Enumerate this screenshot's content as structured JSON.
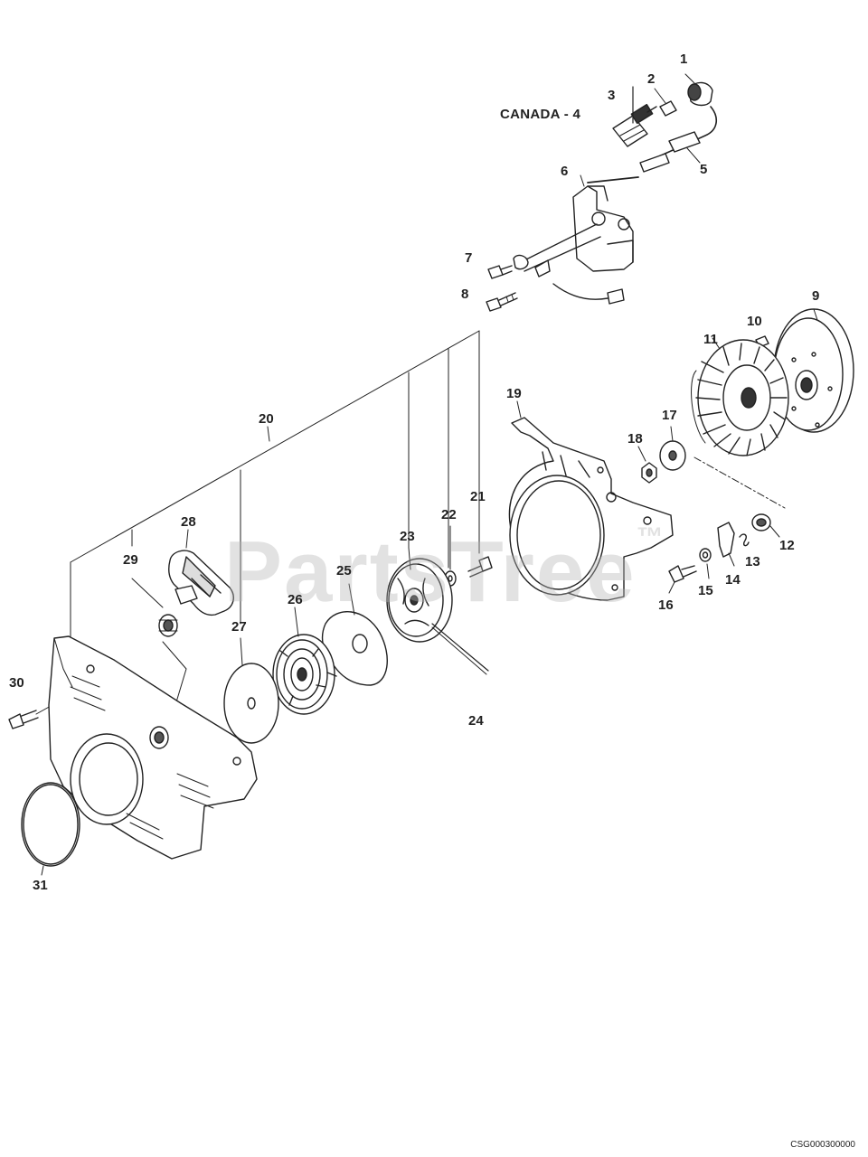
{
  "diagram": {
    "callouts": [
      {
        "id": "c1",
        "text": "1"
      },
      {
        "id": "c2",
        "text": "2"
      },
      {
        "id": "c3",
        "text": "3"
      },
      {
        "id": "c4",
        "text": "CANADA - 4"
      },
      {
        "id": "c5",
        "text": "5"
      },
      {
        "id": "c6",
        "text": "6"
      },
      {
        "id": "c7",
        "text": "7"
      },
      {
        "id": "c8",
        "text": "8"
      },
      {
        "id": "c9",
        "text": "9"
      },
      {
        "id": "c10",
        "text": "10"
      },
      {
        "id": "c11",
        "text": "11"
      },
      {
        "id": "c12",
        "text": "12"
      },
      {
        "id": "c13",
        "text": "13"
      },
      {
        "id": "c14",
        "text": "14"
      },
      {
        "id": "c15",
        "text": "15"
      },
      {
        "id": "c16",
        "text": "16"
      },
      {
        "id": "c17",
        "text": "17"
      },
      {
        "id": "c18",
        "text": "18"
      },
      {
        "id": "c19",
        "text": "19"
      },
      {
        "id": "c20",
        "text": "20"
      },
      {
        "id": "c21",
        "text": "21"
      },
      {
        "id": "c22",
        "text": "22"
      },
      {
        "id": "c23",
        "text": "23"
      },
      {
        "id": "c24",
        "text": "24"
      },
      {
        "id": "c25",
        "text": "25"
      },
      {
        "id": "c26",
        "text": "26"
      },
      {
        "id": "c27",
        "text": "27"
      },
      {
        "id": "c28",
        "text": "28"
      },
      {
        "id": "c29",
        "text": "29"
      },
      {
        "id": "c30",
        "text": "30"
      },
      {
        "id": "c31",
        "text": "31"
      }
    ],
    "watermark": "PartsTree",
    "watermark_tm": "™",
    "drawing_code": "CSG000300000"
  },
  "colors": {
    "line": "#222222",
    "watermark": "#b4b4b4",
    "background": "#ffffff"
  }
}
